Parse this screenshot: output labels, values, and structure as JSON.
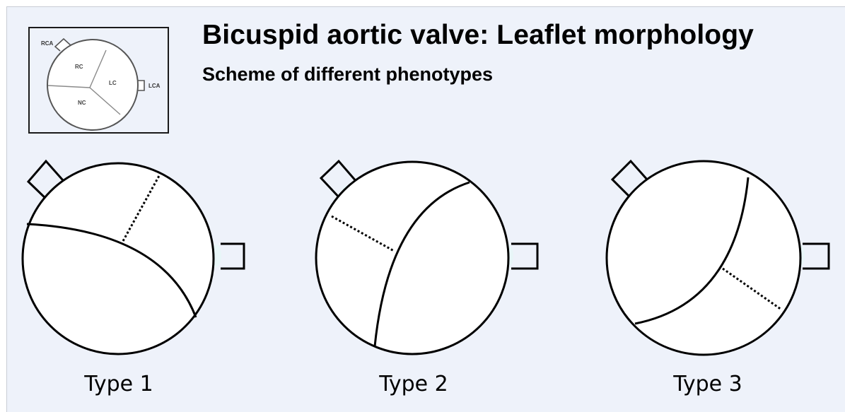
{
  "title": "Bicuspid aortic valve: Leaflet morphology",
  "subtitle": "Scheme of different phenotypes",
  "reference_scheme": {
    "labels": {
      "rca": "RCA",
      "lca": "LCA",
      "rc": "RC",
      "lc": "LC",
      "nc": "NC"
    }
  },
  "types": [
    {
      "label": "Type 1"
    },
    {
      "label": "Type 2"
    },
    {
      "label": "Type 3"
    }
  ]
}
